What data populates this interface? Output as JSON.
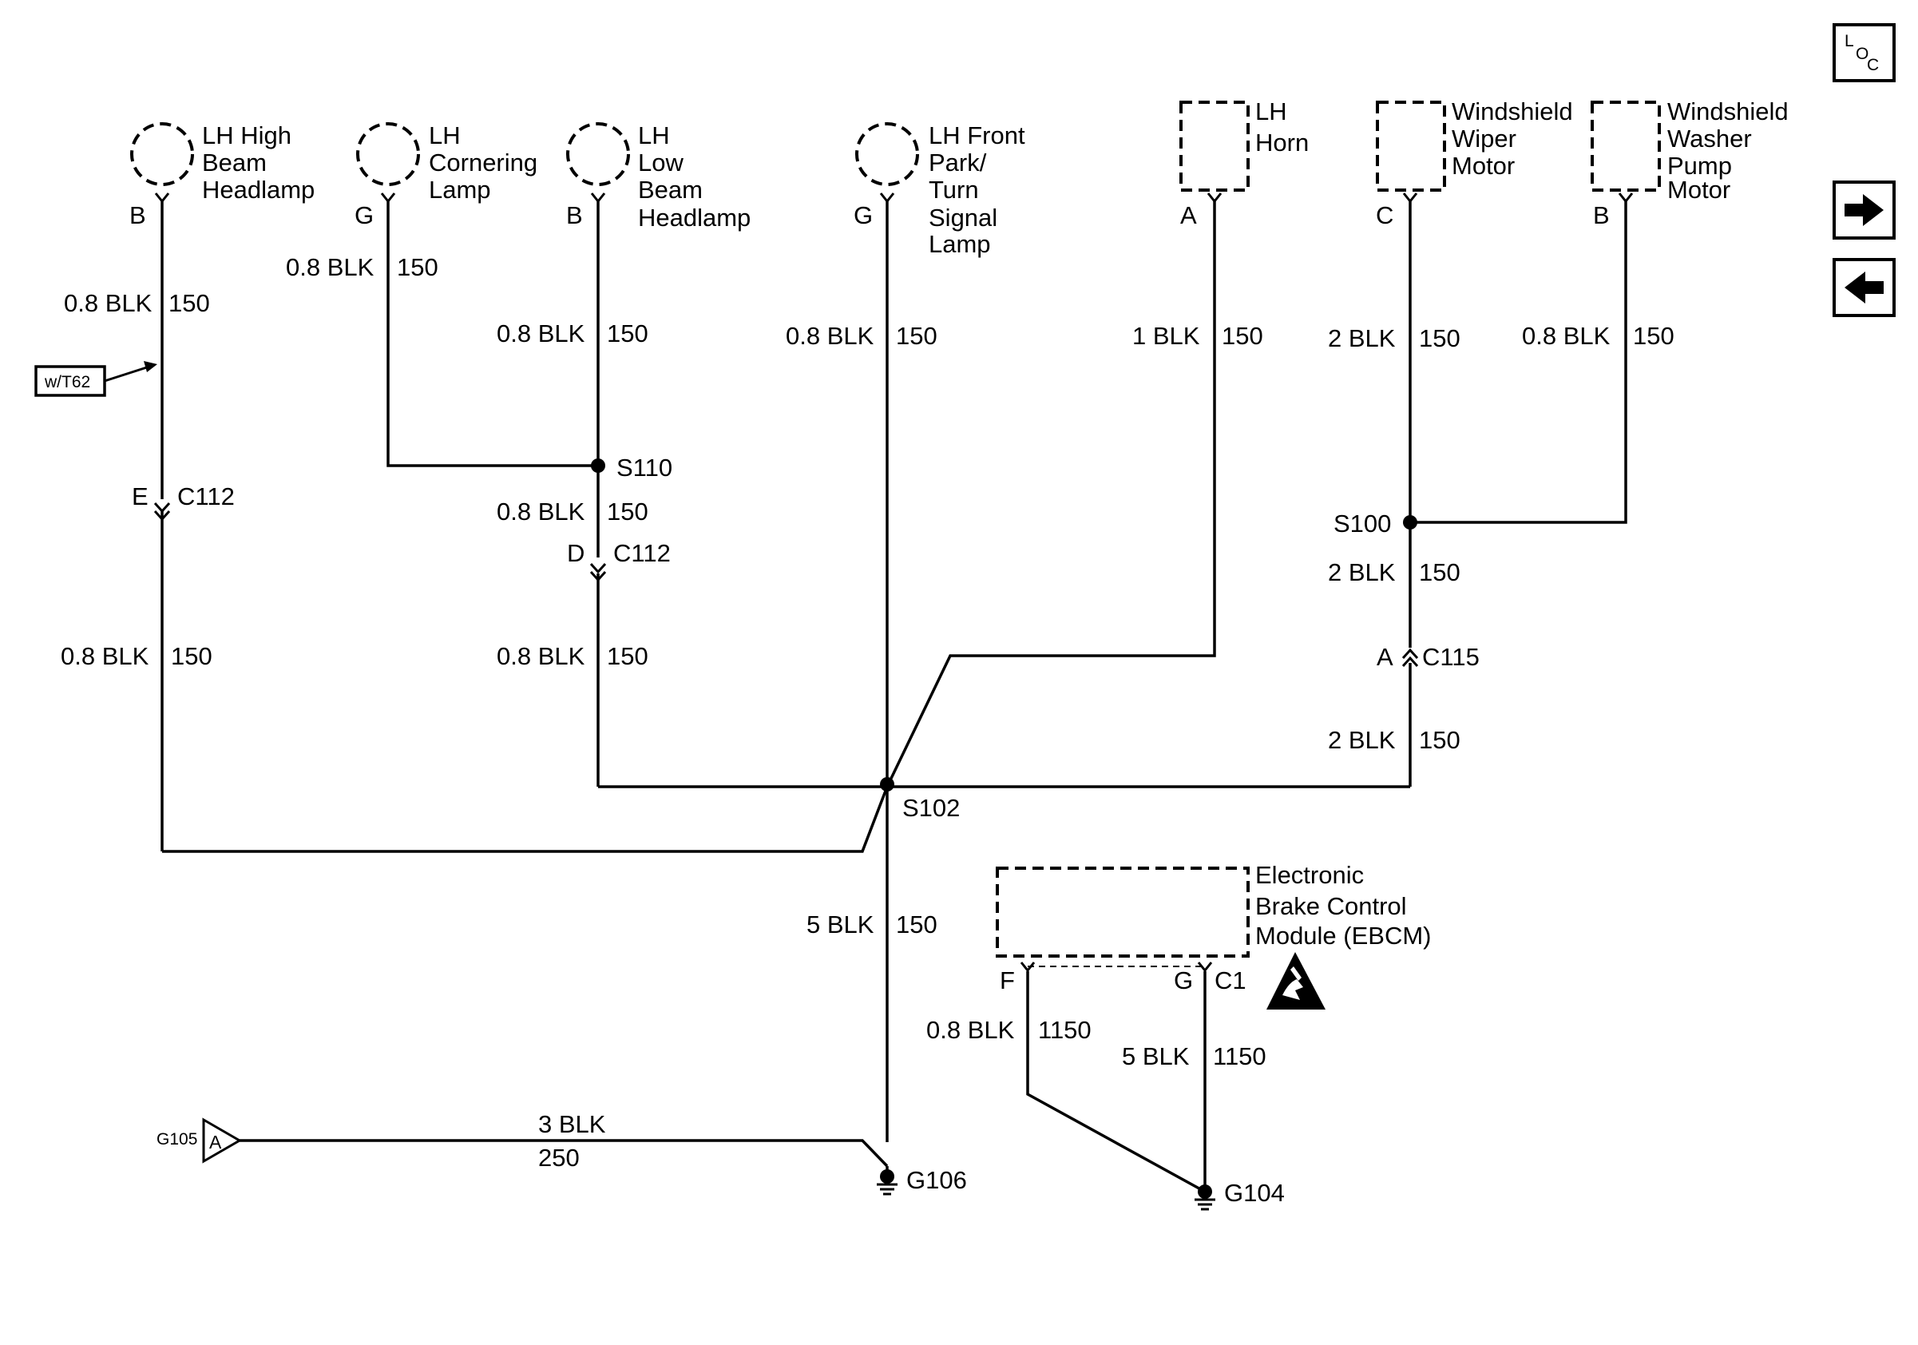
{
  "components": {
    "lh_high_beam": {
      "name": [
        "LH High",
        "Beam",
        "Headlamp"
      ],
      "pin": "B"
    },
    "lh_cornering": {
      "name": [
        "LH",
        "Cornering",
        "Lamp"
      ],
      "pin": "G"
    },
    "lh_low_beam": {
      "name": [
        "LH",
        "Low",
        "Beam",
        "Headlamp"
      ],
      "pin": "B"
    },
    "lh_front_park": {
      "name": [
        "LH Front",
        "Park/",
        "Turn",
        "Signal",
        "Lamp"
      ],
      "pin": "G"
    },
    "lh_horn": {
      "name": [
        "LH",
        "Horn"
      ],
      "pin": "A"
    },
    "wiper_motor": {
      "name": [
        "Windshield",
        "Wiper",
        "Motor"
      ],
      "pin": "C"
    },
    "washer_pump": {
      "name": [
        "Windshield",
        "Washer",
        "Pump",
        "Motor"
      ],
      "pin": "B"
    },
    "ebcm": {
      "name": [
        "Electronic",
        "Brake Control",
        "Module (EBCM)"
      ],
      "pin_f": "F",
      "pin_g": "G",
      "connector": "C1"
    }
  },
  "wires": {
    "high_beam_upper": {
      "size": "0.8 BLK",
      "circuit": "150"
    },
    "cornering": {
      "size": "0.8 BLK",
      "circuit": "150"
    },
    "low_beam_upper": {
      "size": "0.8 BLK",
      "circuit": "150"
    },
    "park_turn": {
      "size": "0.8 BLK",
      "circuit": "150"
    },
    "horn": {
      "size": "1 BLK",
      "circuit": "150"
    },
    "wiper_upper": {
      "size": "2 BLK",
      "circuit": "150"
    },
    "washer": {
      "size": "0.8 BLK",
      "circuit": "150"
    },
    "low_beam_mid": {
      "size": "0.8 BLK",
      "circuit": "150"
    },
    "wiper_mid": {
      "size": "2 BLK",
      "circuit": "150"
    },
    "high_beam_lower": {
      "size": "0.8 BLK",
      "circuit": "150"
    },
    "low_beam_lower": {
      "size": "0.8 BLK",
      "circuit": "150"
    },
    "wiper_lower": {
      "size": "2 BLK",
      "circuit": "150"
    },
    "main_ground": {
      "size": "5 BLK",
      "circuit": "150"
    },
    "ebcm_f": {
      "size": "0.8 BLK",
      "circuit": "1150"
    },
    "ebcm_g": {
      "size": "5 BLK",
      "circuit": "1150"
    },
    "g105_link": {
      "size": "3 BLK",
      "circuit": "250"
    }
  },
  "connectors": {
    "c112_high": {
      "pin": "E",
      "name": "C112"
    },
    "c112_low": {
      "pin": "D",
      "name": "C112"
    },
    "c115": {
      "pin": "A",
      "name": "C115"
    }
  },
  "splices": {
    "s110": "S110",
    "s100": "S100",
    "s102": "S102"
  },
  "grounds": {
    "g106": "G106",
    "g104": "G104",
    "g105": "G105",
    "g105_pin": "A"
  },
  "option_tag": "w/T62",
  "nav": {
    "loc_letters": [
      "L",
      "O",
      "C"
    ],
    "next_icon": "arrow-right",
    "prev_icon": "arrow-left"
  }
}
